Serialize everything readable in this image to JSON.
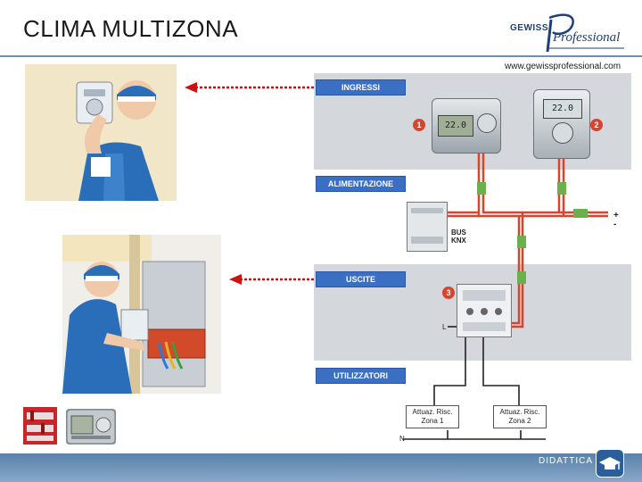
{
  "header": {
    "title": "CLIMA MULTIZONA",
    "logo_brand": "GEWISS",
    "logo_line": "Professional",
    "website": "www.gewissprofessional.com"
  },
  "diagram": {
    "section_labels": {
      "inputs": "INGRESSI",
      "power": "ALIMENTAZIONE",
      "outputs": "USCITE",
      "loads": "UTILIZZATORI"
    },
    "badges": [
      "1",
      "2",
      "3"
    ],
    "bus_label": "BUS\nKNX",
    "bus_line1": "BUS",
    "bus_line2": "KNX",
    "polarity_plus": "+",
    "polarity_minus": "-",
    "thermostat_display": "22.0",
    "phase_label": "L",
    "neutral_label": "N",
    "zones": [
      {
        "line1": "Attuaz. Risc.",
        "line2": "Zona 1"
      },
      {
        "line1": "Attuaz. Risc.",
        "line2": "Zona 2"
      }
    ]
  },
  "footer": {
    "label": "DIDATTICA"
  },
  "colors": {
    "accent_blue": "#3b6fc4",
    "diagram_bg": "#d4d8dc",
    "arrow_red": "#cc1111",
    "bus_red": "#d8452c",
    "bus_green": "#6ab04c",
    "footer_blue": "#5a82aa"
  }
}
